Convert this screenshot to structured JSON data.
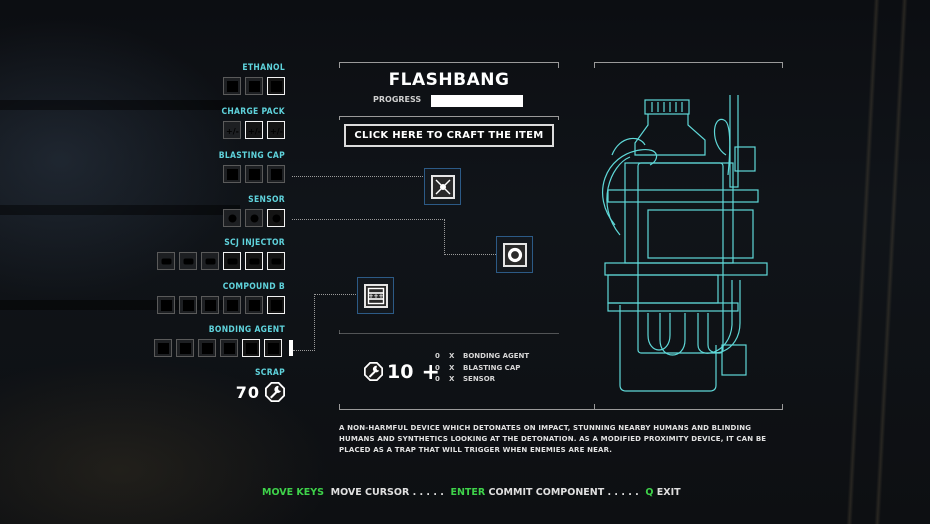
{
  "item": {
    "title": "FLASHBANG",
    "progress_label": "PROGRESS",
    "progress_percent": 100,
    "craft_button": "CLICK HERE TO CRAFT THE ITEM",
    "description": "A NON-HARMFUL DEVICE WHICH DETONATES ON IMPACT, STUNNING NEARBY HUMANS AND BLINDING HUMANS AND SYNTHETICS LOOKING AT THE DETONATION. AS A MODIFIED PROXIMITY DEVICE, IT CAN BE PLACED AS A TRAP THAT WILL TRIGGER WHEN ENEMIES ARE NEAR."
  },
  "components": [
    {
      "label": "ETHANOL",
      "icon": "ethanol-icon",
      "slots": 3,
      "filled": 1
    },
    {
      "label": "CHARGE PACK",
      "icon": "charge-pack-icon",
      "slots": 3,
      "filled": 2
    },
    {
      "label": "BLASTING CAP",
      "icon": "blasting-cap-icon",
      "slots": 3,
      "filled": 0
    },
    {
      "label": "SENSOR",
      "icon": "sensor-icon",
      "slots": 3,
      "filled": 1
    },
    {
      "label": "SCJ INJECTOR",
      "icon": "scj-injector-icon",
      "slots": 6,
      "filled": 3
    },
    {
      "label": "COMPOUND B",
      "icon": "compound-b-icon",
      "slots": 6,
      "filled": 1
    },
    {
      "label": "BONDING AGENT",
      "icon": "bonding-agent-icon",
      "slots": 6,
      "filled": 2
    }
  ],
  "scrap": {
    "label": "SCRAP",
    "value": "70",
    "icon": "wrench-icon"
  },
  "recipe_nodes": [
    "blasting-cap-icon",
    "sensor-icon",
    "bonding-agent-icon"
  ],
  "cost": {
    "scrap": "10",
    "plus": "+",
    "requirements": [
      {
        "qty": "0",
        "x": "X",
        "name": "BONDING AGENT"
      },
      {
        "qty": "0",
        "x": "X",
        "name": "BLASTING CAP"
      },
      {
        "qty": "0",
        "x": "X",
        "name": "SENSOR"
      }
    ]
  },
  "footer": [
    {
      "key": "MOVE KEYS",
      "action": "  MOVE CURSOR . . . . .  "
    },
    {
      "key": "ENTER",
      "action": " COMMIT COMPONENT . . . . .  "
    },
    {
      "key": "Q",
      "action": " EXIT"
    }
  ],
  "colors": {
    "label_cyan": "#5fd3dc",
    "key_green": "#3ed24a",
    "schematic_cyan": "#5fd8d8",
    "node_border_blue": "#2c5a86"
  }
}
